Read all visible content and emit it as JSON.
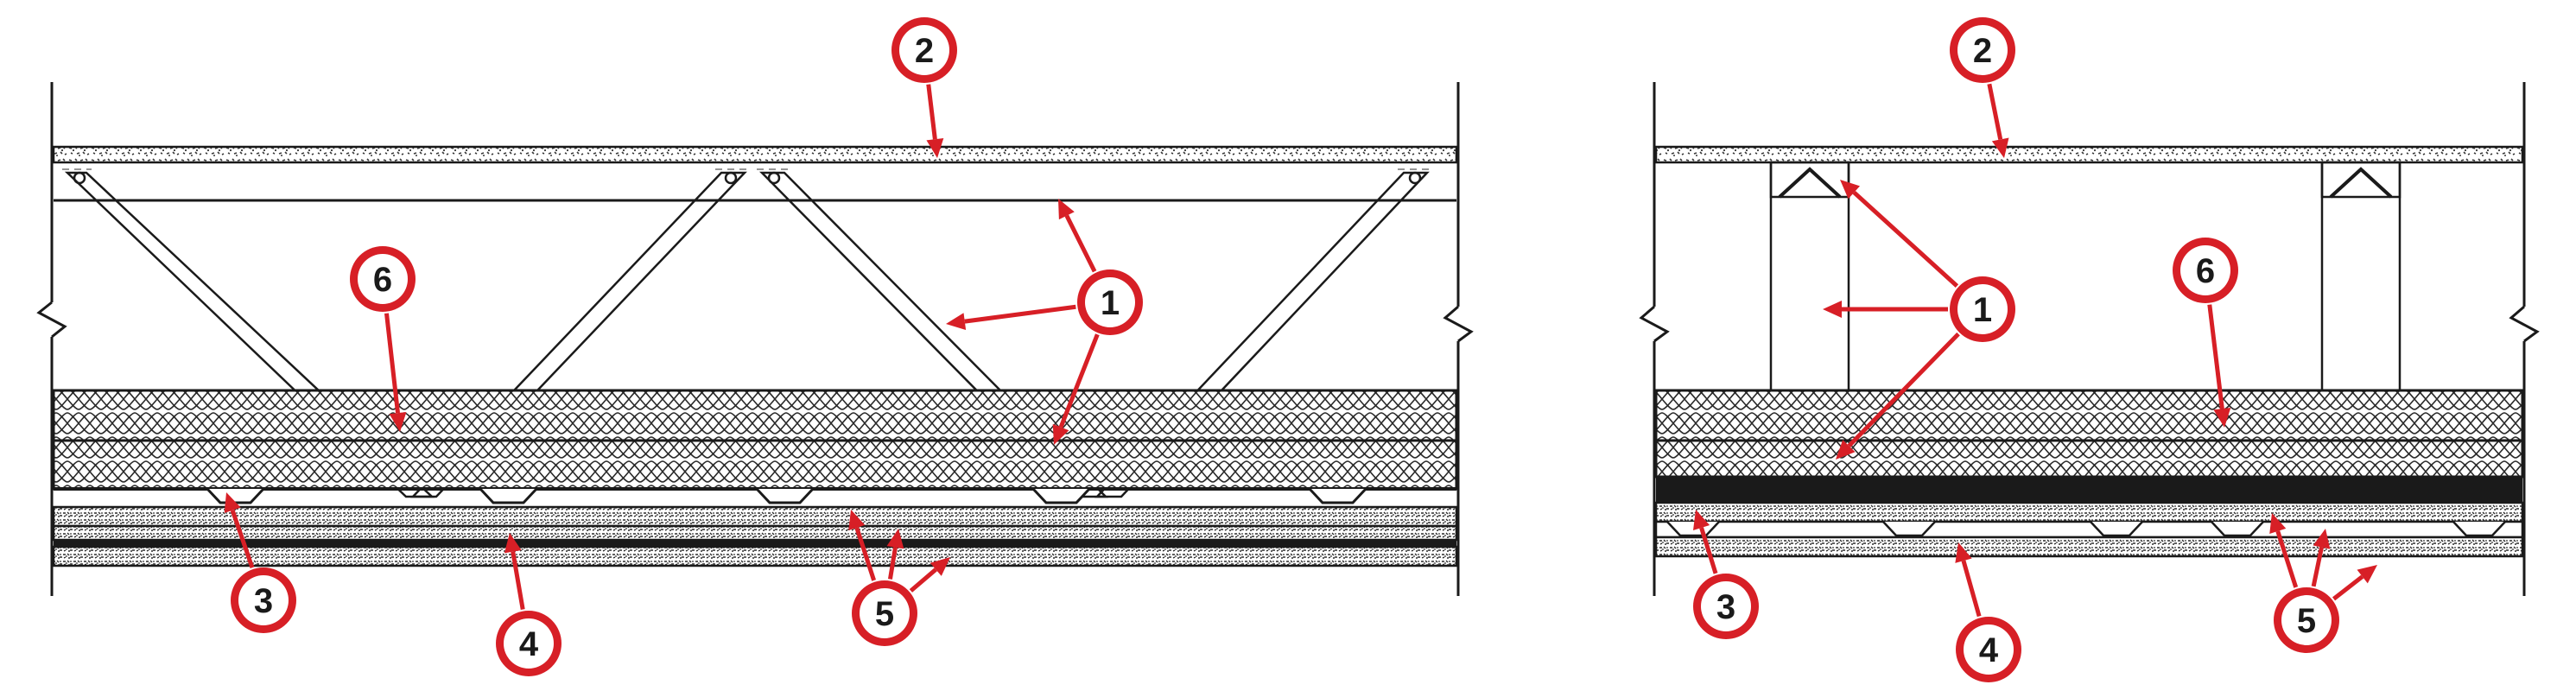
{
  "colors": {
    "callout_fill": "#d71f26",
    "callout_inner": "#ffffff",
    "arrow": "#d71f26",
    "line": "#1a1a1a",
    "insulation_line": "#2a2a2a",
    "board_speckle": "#3a3a3a"
  },
  "details": [
    {
      "type": "floor-truss",
      "callouts": [
        {
          "label": "1",
          "legend_ref": 1
        },
        {
          "label": "2",
          "legend_ref": 2
        },
        {
          "label": "3",
          "legend_ref": 3
        },
        {
          "label": "4",
          "legend_ref": 4
        },
        {
          "label": "5",
          "legend_ref": 5
        },
        {
          "label": "6",
          "legend_ref": 6
        }
      ]
    },
    {
      "type": "i-joist",
      "callouts": [
        {
          "label": "1",
          "legend_ref": 1
        },
        {
          "label": "2",
          "legend_ref": 2
        },
        {
          "label": "3",
          "legend_ref": 3
        },
        {
          "label": "4",
          "legend_ref": 4
        },
        {
          "label": "5",
          "legend_ref": 5
        },
        {
          "label": "6",
          "legend_ref": 6
        }
      ]
    }
  ]
}
